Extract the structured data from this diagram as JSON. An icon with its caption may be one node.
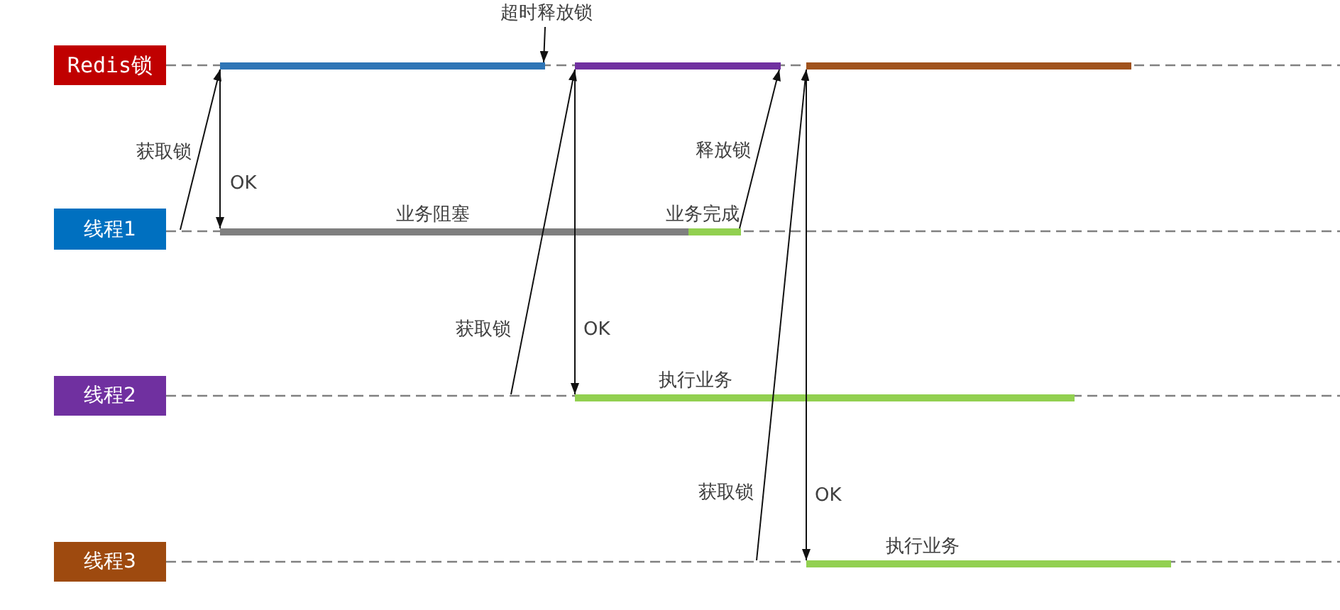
{
  "diagram": {
    "nodes": [
      {
        "text": [
          "超时释放锁"
        ]
      },
      {
        "text": [
          "Redis锁"
        ]
      },
      {
        "text": [],
        "shape": "line"
      },
      {
        "text": [],
        "shape": "bar"
      },
      {
        "text": [],
        "shape": "bar"
      },
      {
        "text": [],
        "shape": "bar"
      },
      {
        "text": [
          "线程1"
        ]
      },
      {
        "text": [],
        "shape": "line"
      },
      {
        "text": [],
        "shape": "bar",
        "beside": [
          "业务阻塞"
        ]
      },
      {
        "text": [],
        "shape": "bar",
        "beside": [
          "业务完成"
        ]
      },
      {
        "text": [
          "线程2"
        ]
      },
      {
        "text": [],
        "shape": "line"
      },
      {
        "text": [],
        "shape": "bar",
        "beside": [
          "执行业务"
        ]
      },
      {
        "text": [
          "线程3"
        ]
      },
      {
        "text": [],
        "shape": "line"
      },
      {
        "text": [],
        "shape": "bar",
        "beside": [
          "执行业务"
        ]
      }
    ],
    "edges": [
      {
        "from": 7,
        "to": 3,
        "arrow": "to",
        "label": "获取锁"
      },
      {
        "from": 3,
        "to": 8,
        "arrow": "to",
        "label": "OK"
      },
      {
        "from": 0,
        "to": 3,
        "arrow": "to"
      },
      {
        "from": 11,
        "to": 4,
        "arrow": "to",
        "label": "获取锁"
      },
      {
        "from": 4,
        "to": 12,
        "arrow": "to",
        "label": "OK"
      },
      {
        "from": 9,
        "to": 4,
        "arrow": "to",
        "label": "释放锁"
      },
      {
        "from": 14,
        "to": 5,
        "arrow": "to",
        "label": "获取锁"
      },
      {
        "from": 5,
        "to": 15,
        "arrow": "to",
        "label": "OK"
      }
    ]
  }
}
